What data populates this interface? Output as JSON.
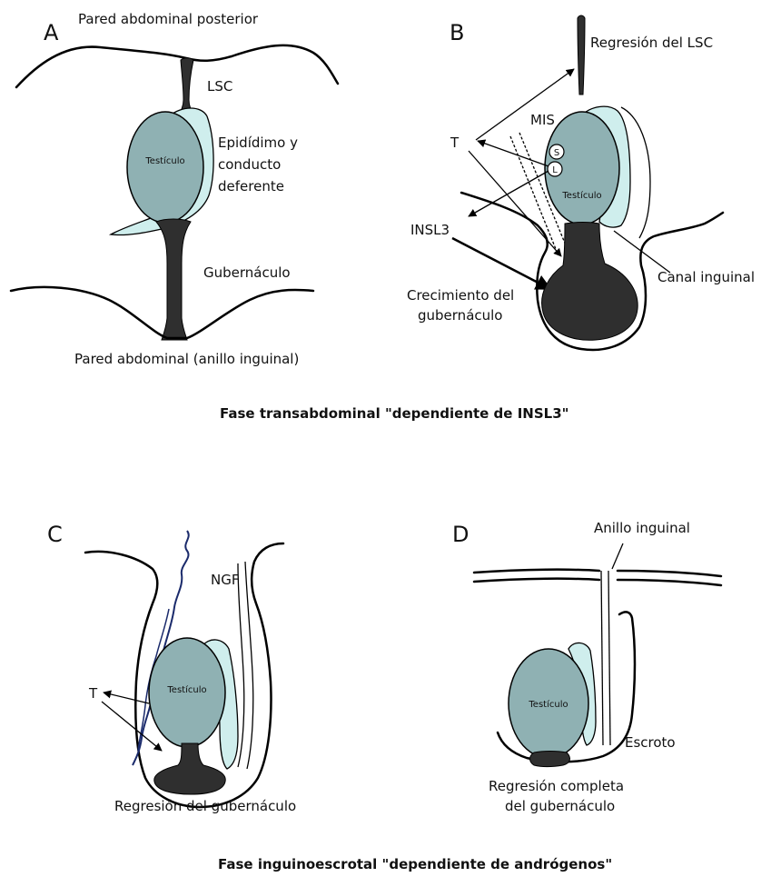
{
  "colors": {
    "testis": "#8fb1b3",
    "epididymis": "#cfeeed",
    "gubernaculum": "#2f2f2f",
    "nerve": "#1a2a6b",
    "outline": "#000000"
  },
  "panel_a": {
    "letter": "A",
    "posterior_wall": "Pared abdominal posterior",
    "lsc": "LSC",
    "testis": "Testículo",
    "epididymis_line1": "Epidídimo y",
    "epididymis_line2": "conducto",
    "epididymis_line3": "deferente",
    "gubernaculum": "Gubernáculo",
    "abdominal_wall": "Pared abdominal (anillo inguinal)"
  },
  "panel_b": {
    "letter": "B",
    "lsc_regression": "Regresión del LSC",
    "mis": "MIS",
    "t": "T",
    "s": "S",
    "l": "L",
    "testis": "Testículo",
    "insl3": "INSL3",
    "growth_line1": "Crecimiento del",
    "growth_line2": "gubernáculo",
    "inguinal_canal": "Canal inguinal"
  },
  "phase_top": "Fase transabdominal \"dependiente de INSL3\"",
  "panel_c": {
    "letter": "C",
    "ngf": "NGF",
    "t": "T",
    "testis": "Testículo",
    "gub_regression": "Regresión del gubernáculo"
  },
  "panel_d": {
    "letter": "D",
    "inguinal_ring": "Anillo inguinal",
    "testis": "Testículo",
    "scrotum": "Escroto",
    "complete_line1": "Regresión completa",
    "complete_line2": "del gubernáculo"
  },
  "phase_bottom": "Fase inguinoescrotal \"dependiente de andrógenos\""
}
